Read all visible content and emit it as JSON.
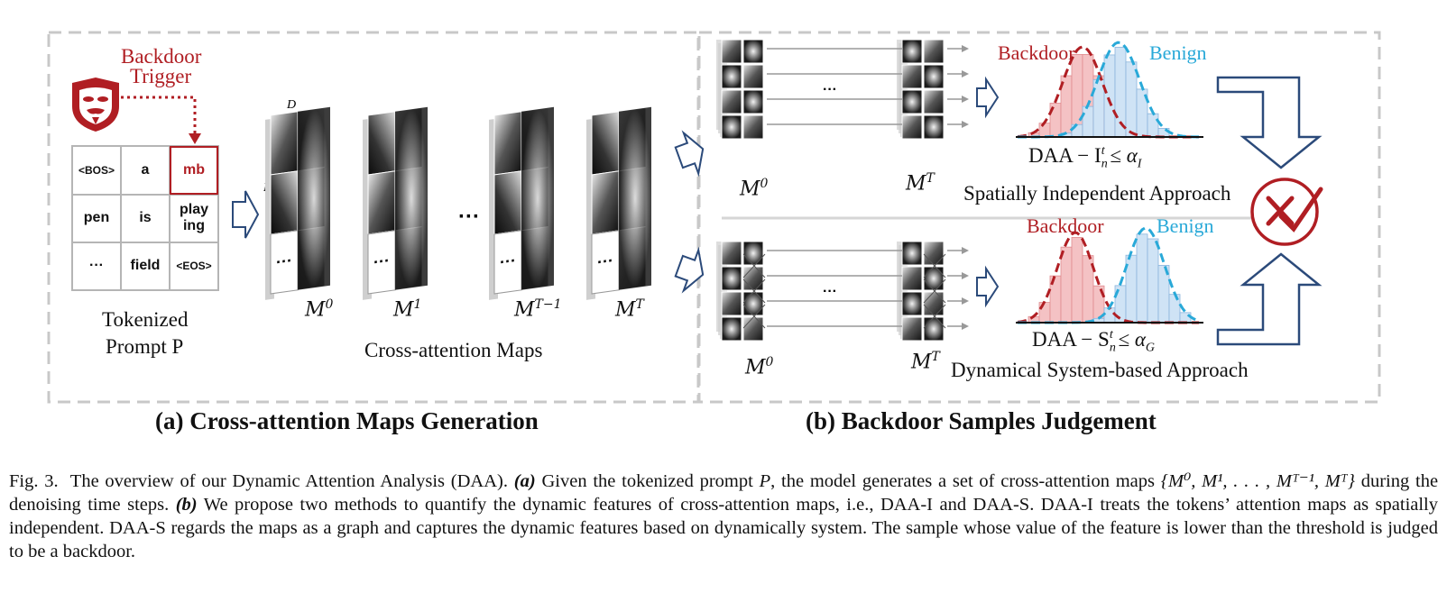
{
  "panel_a": {
    "title": "(a) Cross-attention Maps Generation",
    "trigger_label_1": "Backdoor",
    "trigger_label_2": "Trigger",
    "tokens": [
      "<BOS>",
      "a",
      "mb",
      "pen",
      "is",
      "play\ning",
      "···",
      "field",
      "<EOS>"
    ],
    "prompt_label_1": "Tokenized",
    "prompt_label_2": "Prompt P",
    "maps": [
      "M",
      "M",
      "M",
      "M"
    ],
    "map_sups": [
      "0",
      "1",
      "T−1",
      "T"
    ],
    "maps_caption": "Cross-attention Maps",
    "ellipsis": "···"
  },
  "panel_b": {
    "title": "(b) Backdoor Samples Judgement",
    "top": {
      "backdoor": "Backdoor",
      "benign": "Benign",
      "formula": "DAA − I",
      "formula_sub": "n",
      "formula_sup": "t",
      "formula_rhs": "≤ α",
      "formula_rhs_sub": "I",
      "approach": "Spatially Independent Approach",
      "m_start_sup": "0",
      "m_end_sup": "T"
    },
    "bottom": {
      "backdoor": "Backdoor",
      "benign": "Benign",
      "formula": "DAA − S",
      "formula_sub": "n",
      "formula_sup": "t",
      "formula_rhs": "≤ α",
      "formula_rhs_sub": "G",
      "approach": "Dynamical System-based Approach",
      "m_start_sup": "0",
      "m_end_sup": "T"
    }
  },
  "caption": {
    "fig": "Fig. 3.",
    "intro": "The overview of our Dynamic Attention Analysis (DAA).",
    "a": "(a)",
    "a_text_1": "Given the tokenized prompt",
    "a_p": "P",
    "a_text_2": ", the model generates a set of cross-attention maps",
    "a_set": "{M⁰, M¹, . . . , Mᵀ⁻¹, Mᵀ}",
    "a_text_3": "during the denoising time steps.",
    "b": "(b)",
    "b_text": "We propose two methods to quantify the dynamic features of cross-attention maps, i.e., DAA-I and DAA-S. DAA-I treats the tokens’ attention maps as spatially independent. DAA-S regards the maps as a graph and captures the dynamic features based on dynamically system. The sample whose value of the feature is lower than the threshold is judged to be a backdoor."
  },
  "colors": {
    "backdoor": "#b01e23",
    "benign": "#29a9d8",
    "arrow": "#2b4a7a",
    "dash": "#c8c8c8"
  }
}
